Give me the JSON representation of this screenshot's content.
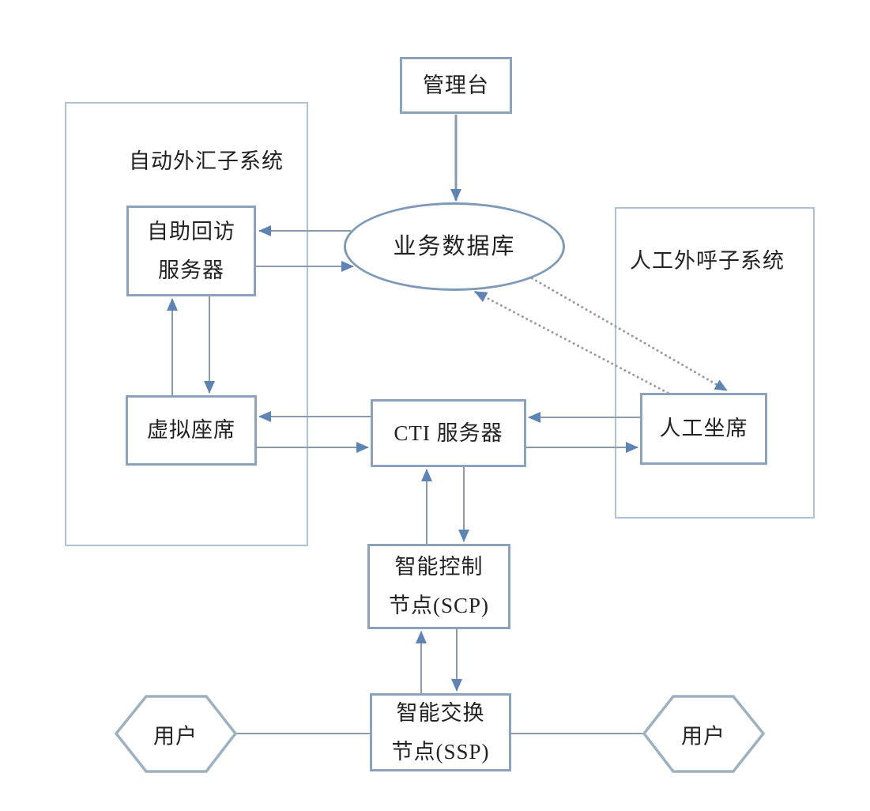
{
  "diagram": {
    "nodes": {
      "management_console": {
        "label": "管理台"
      },
      "auto_callout_subsystem": {
        "label": "自动外汇子系统"
      },
      "callback_server": {
        "label": "自助回访\n服务器"
      },
      "business_database": {
        "label": "业务数据库"
      },
      "manual_callout_subsystem": {
        "label": "人工外呼子系统"
      },
      "virtual_agent": {
        "label": "虚拟座席"
      },
      "cti_server": {
        "label": "CTI 服务器"
      },
      "manual_agent": {
        "label": "人工坐席"
      },
      "scp_node": {
        "label": "智能控制\n节点(SCP)"
      },
      "ssp_node": {
        "label": "智能交换\n节点(SSP)"
      },
      "user_left": {
        "label": "用户"
      },
      "user_right": {
        "label": "用户"
      }
    },
    "colors": {
      "node_border": "#8ba2ba",
      "container_border": "#aec2d2",
      "ellipse_border": "#7e9ab6",
      "hexagon_border": "#9db1c1",
      "connector_line": "#8a9aab",
      "arrowhead_fill": "#5f83b3",
      "dotted_line": "#9b9b9b",
      "text": "#222222",
      "background": "#ffffff"
    }
  }
}
